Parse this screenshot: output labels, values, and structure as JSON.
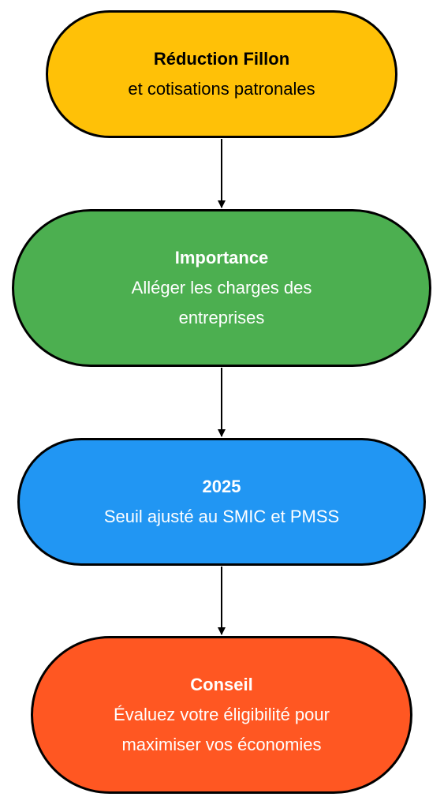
{
  "nodes": [
    {
      "title": "Réduction Fillon",
      "lines": [
        "et cotisations patronales"
      ],
      "color": "#FFC107"
    },
    {
      "title": "Importance",
      "lines": [
        "Alléger les charges des",
        "entreprises"
      ],
      "color": "#4CAF50"
    },
    {
      "title": "2025",
      "lines": [
        "Seuil ajusté au SMIC et PMSS"
      ],
      "color": "#2196F3"
    },
    {
      "title": "Conseil",
      "lines": [
        "Évaluez votre éligibilité pour",
        "maximiser vos économies"
      ],
      "color": "#FF5722"
    }
  ],
  "edges": [
    {
      "from": 0,
      "to": 1
    },
    {
      "from": 1,
      "to": 2
    },
    {
      "from": 2,
      "to": 3
    }
  ]
}
